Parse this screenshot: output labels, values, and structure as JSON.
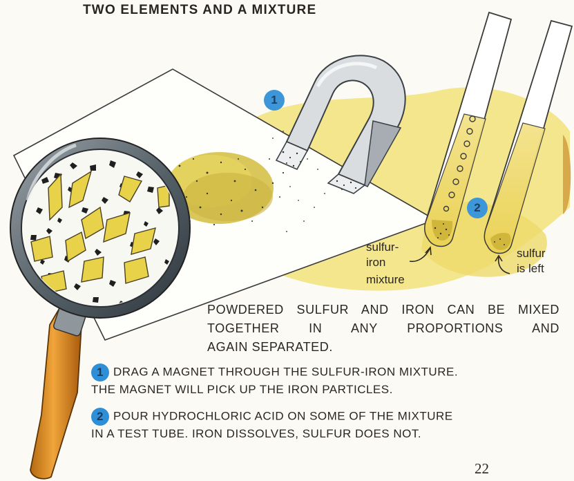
{
  "title": "TWO ELEMENTS AND A MIXTURE",
  "callouts": {
    "step1_marker": "1",
    "step2_marker": "2"
  },
  "labels": {
    "mixture_line1": "sulfur-",
    "mixture_line2": "iron",
    "mixture_line3": "mixture",
    "sulfur_line1": "sulfur",
    "sulfur_line2": "is left"
  },
  "intro": {
    "line1": "POWDERED SULFUR AND IRON CAN BE MIXED",
    "line2": "TOGETHER IN ANY PROPORTIONS AND",
    "line3": "AGAIN SEPARATED."
  },
  "steps": [
    {
      "number": "1",
      "line1": "DRAG A MAGNET THROUGH THE SULFUR-IRON MIXTURE.",
      "line2": "THE MAGNET WILL PICK UP THE IRON PARTICLES."
    },
    {
      "number": "2",
      "line1": "POUR HYDROCHLORIC ACID ON SOME OF THE MIXTURE",
      "line2": "IN A TEST TUBE. IRON DISSOLVES, SULFUR DOES NOT."
    }
  ],
  "page_number": "22",
  "colors": {
    "sulfur_yellow": "#e8d24a",
    "highlight_yellow": "#f1e27a",
    "badge_blue": "#3c96d8",
    "ink": "#2b2622"
  }
}
